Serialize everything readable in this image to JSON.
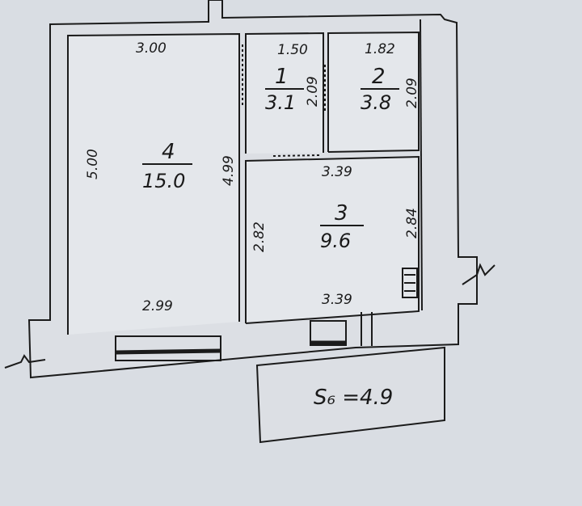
{
  "rooms": [
    {
      "number": "1",
      "area": "3.1",
      "dim_top": "1.50",
      "dim_right": "2.09"
    },
    {
      "number": "2",
      "area": "3.8",
      "dim_top": "1.82",
      "dim_right": "2.09"
    },
    {
      "number": "3",
      "area": "9.6",
      "dim_top": "3.39",
      "dim_bottom": "3.39",
      "dim_left": "2.82",
      "dim_right": "2.84"
    },
    {
      "number": "4",
      "area": "15.0",
      "dim_top": "3.00",
      "dim_bottom": "2.99",
      "dim_left": "5.00",
      "dim_right": "4.99"
    }
  ],
  "balcony": {
    "label": "S₆ =4.9"
  }
}
